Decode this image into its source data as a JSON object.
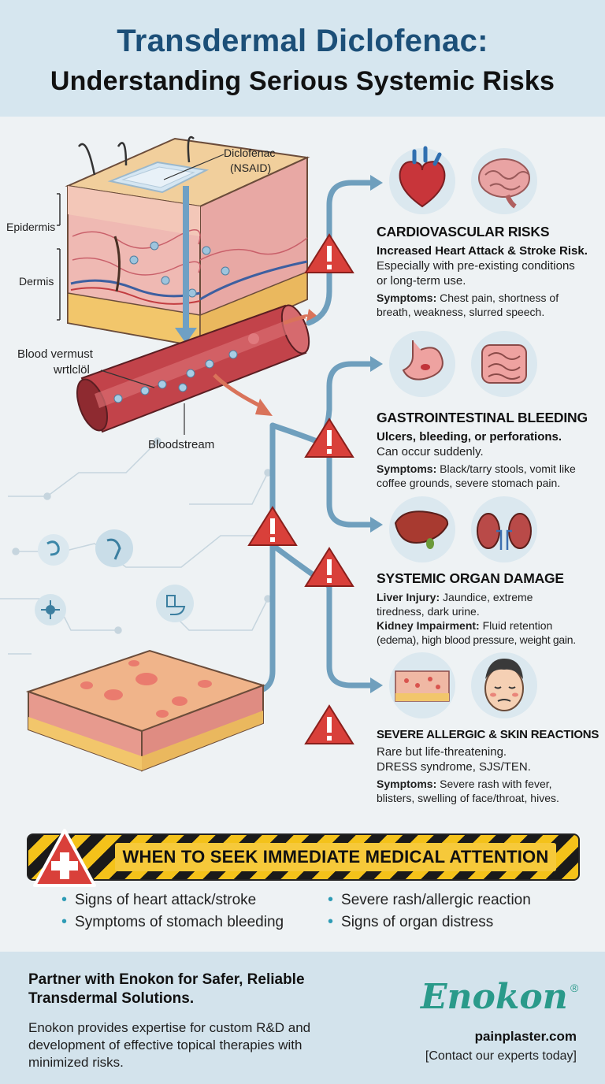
{
  "header": {
    "title_line1": "Transdermal Diclofenac:",
    "title_line2": "Understanding Serious Systemic Risks"
  },
  "skin_diagram": {
    "patch_label": "Diclofenac",
    "patch_label_2": "(NSAID)",
    "layer_epidermis": "Epidermis",
    "layer_dermis": "Dermis",
    "blood_label_1": "Blood vermust",
    "blood_label_2": "wrtlclöl",
    "bloodstream_label": "Bloodstream"
  },
  "risks": [
    {
      "title": "CARDIOVASCULAR RISKS",
      "subtitle": "Increased Heart Attack & Stroke Risk.",
      "desc_1": "Especially with pre-existing conditions",
      "desc_2": "or long-term use.",
      "sym_label": "Symptoms:",
      "sym_1": " Chest pain, shortness of",
      "sym_2": "breath, weakness, slurred speech.",
      "icons": [
        "heart-icon",
        "brain-icon"
      ]
    },
    {
      "title": "GASTROINTESTINAL BLEEDING",
      "subtitle": "Ulcers, bleeding, or perforations.",
      "desc_1": "Can occur suddenly.",
      "sym_label": "Symptoms:",
      "sym_1": " Black/tarry stools, vomit like",
      "sym_2": "coffee grounds, severe stomach pain.",
      "icons": [
        "stomach-icon",
        "intestine-icon"
      ]
    },
    {
      "title": "SYSTEMIC ORGAN DAMAGE",
      "liver_label": "Liver Injury:",
      "liver_1": " Jaundice, extreme",
      "liver_2": "tiredness, dark urine.",
      "kidney_label": "Kidney Impairment:",
      "kidney_1": " Fluid retention",
      "kidney_2": "(edema), high blood pressure, weight gain.",
      "icons": [
        "liver-icon",
        "kidney-icon"
      ]
    },
    {
      "title": "SEVERE ALLERGIC & SKIN REACTIONS",
      "subtitle": "Rare but life-threatening.",
      "desc_1": "DRESS syndrome, SJS/TEN.",
      "sym_label": "Symptoms:",
      "sym_1": " Severe rash with fever,",
      "sym_2": "blisters, swelling of face/throat, hives.",
      "icons": [
        "rash-skin-icon",
        "sick-face-icon"
      ]
    }
  ],
  "warning": {
    "title": "WHEN TO SEEK IMMEDIATE MEDICAL ATTENTION",
    "items": [
      "Signs of heart attack/stroke",
      "Symptoms of stomach bleeding",
      "Severe rash/allergic reaction",
      "Signs of organ distress"
    ]
  },
  "footer": {
    "headline": "Partner with Enokon for Safer, Reliable Transdermal Solutions.",
    "body": "Enokon provides expertise for custom R&D and development of effective topical therapies with minimized risks.",
    "logo": "Enokon",
    "logo_mark": "®",
    "website": "painplaster.com",
    "cta": "[Contact our experts today]"
  },
  "colors": {
    "header_bg": "#d6e6ef",
    "title_blue": "#1c4f78",
    "warning_red": "#d9403a",
    "arrow_blue": "#6f9fbd",
    "brand_teal": "#2a9a8a",
    "hazard_yellow": "#f4c21a"
  }
}
